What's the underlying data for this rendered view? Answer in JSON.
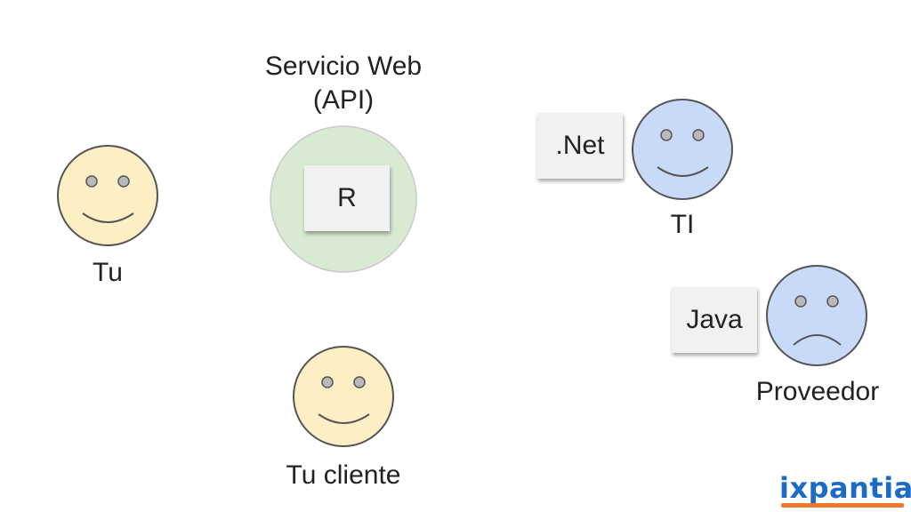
{
  "labels": {
    "api_title_line1": "Servicio Web",
    "api_title_line2": "(API)",
    "tu": "Tu",
    "ti": "TI",
    "cliente": "Tu cliente",
    "proveedor": "Proveedor"
  },
  "cards": {
    "r": "R",
    "net": ".Net",
    "java": "Java"
  },
  "colors": {
    "happy_yellow": "#fdefc4",
    "blue_face": "#c9daf8",
    "api_green": "#d9ead3",
    "logo_blue": "#1c6cc5",
    "logo_orange": "#f07a2b"
  },
  "logo": {
    "text": "ixpantia"
  }
}
